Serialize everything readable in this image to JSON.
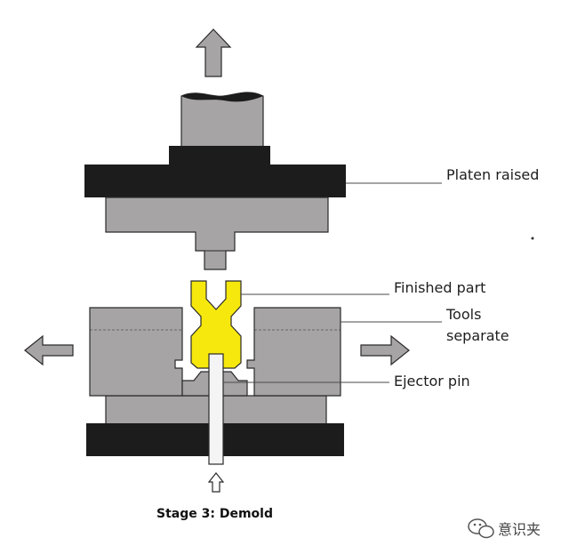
{
  "labels": {
    "platen": "Platen raised",
    "finished_part": "Finished part",
    "tools_line1": "Tools",
    "tools_line2": "separate",
    "ejector_pin": "Ejector pin"
  },
  "caption": "Stage 3: Demold",
  "watermark": "意识夹",
  "colors": {
    "mold_gray": "#a6a4a4",
    "platen_black": "#1c1c1c",
    "part_yellow": "#f6e80c",
    "outline": "#2a2a2a",
    "pin_white": "#f4f4f4"
  },
  "icons": {
    "arrow_up_top": "arrow-up-icon",
    "arrow_left": "arrow-left-icon",
    "arrow_right": "arrow-right-icon",
    "arrow_up_bottom": "arrow-up-outline-icon",
    "watermark_icon": "wechat-logo-icon"
  }
}
